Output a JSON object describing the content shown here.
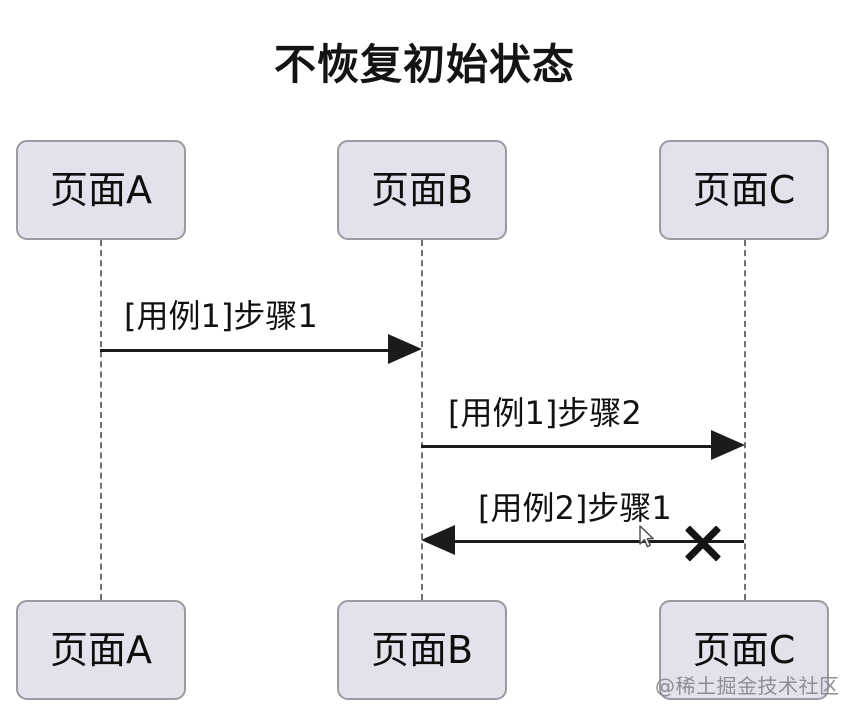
{
  "diagram": {
    "type": "sequence-diagram",
    "title": "不恢复初始状态",
    "background_color": "#ffffff",
    "participant_fill": "#e2e2ec",
    "participant_border": "#9a9a9f",
    "line_color": "#1b1b1b",
    "lifeline_color": "#6f6f74",
    "participants_top": [
      {
        "id": "A",
        "label": "页面A"
      },
      {
        "id": "B",
        "label": "页面B"
      },
      {
        "id": "C",
        "label": "页面C"
      }
    ],
    "participants_bottom": [
      {
        "id": "A",
        "label": "页面A"
      },
      {
        "id": "B",
        "label": "页面B"
      },
      {
        "id": "C",
        "label": "页面C"
      }
    ],
    "messages": [
      {
        "label": "[用例1]步骤1",
        "from": "A",
        "to": "B",
        "direction": "right"
      },
      {
        "label": "[用例1]步骤2",
        "from": "B",
        "to": "C",
        "direction": "right"
      },
      {
        "label": "[用例2]步骤1",
        "from": "C",
        "to": "B",
        "direction": "left"
      }
    ],
    "markers": [
      {
        "name": "failure-x-mark",
        "symbol": "X",
        "on_message": "[用例2]步骤1"
      }
    ],
    "cursor": {
      "name": "mouse-pointer",
      "visible": true
    },
    "watermark": "@稀土掘金技术社区"
  }
}
